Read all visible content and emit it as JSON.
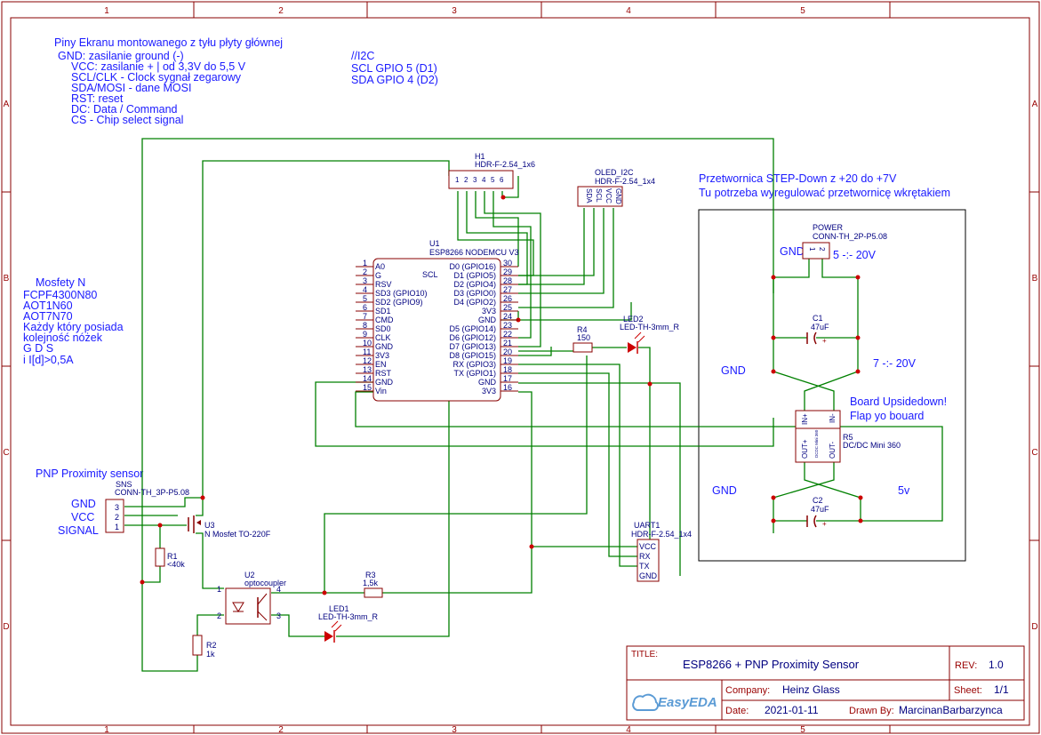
{
  "border": {
    "col_labels": [
      "1",
      "2",
      "3",
      "4",
      "5"
    ],
    "row_labels": [
      "A",
      "B",
      "C",
      "D"
    ]
  },
  "notes": {
    "screen_pins": [
      "Piny Ekranu montowanego z tyłu płyty głównej",
      "GND: zasilanie ground (-)",
      "VCC: zasilanie + | od 3,3V do 5,5 V",
      "SCL/CLK - Clock sygnał zegarowy",
      "SDA/MOSI - dane MOSI",
      "RST: reset",
      "DC: Data / Command",
      "CS - Chip select signal"
    ],
    "i2c": [
      "//I2C",
      "SCL  GPIO 5 (D1)",
      "SDA  GPIO 4 (D2)"
    ],
    "mosfets": [
      "Mosfety N",
      "FCPF4300N80",
      "AOT1N60",
      "AOT7N70",
      "Każdy który posiada",
      "kolejność nóżek",
      "G D S",
      "i I[d]>0,5A"
    ],
    "stepdown": [
      "Przetwornica STEP-Down z +20 do +7V",
      "Tu potrzeba wyregulować przetwornicę wkrętakiem"
    ],
    "upside": [
      "Board Upsidedown!",
      "Flap yo bouard"
    ],
    "v_in": "5 -:- 20V",
    "v_720": "7 -:- 20V",
    "v_5v": "5v",
    "gnd": "GND",
    "sensor_title": "PNP Proximity sensor",
    "sensor_pins": [
      "GND",
      "VCC",
      "SIGNAL"
    ]
  },
  "components": {
    "h1": {
      "ref": "H1",
      "value": "HDR-F-2.54_1x6",
      "pins": [
        "1",
        "2",
        "3",
        "4",
        "5",
        "6"
      ]
    },
    "oled": {
      "ref": "OLED_I2C",
      "value": "HDR-F-2.54_1x4",
      "pins": [
        "SDA",
        "SCL",
        "VCC",
        "GND"
      ]
    },
    "u1": {
      "ref": "U1",
      "value": "ESP8266 NODEMCU V3",
      "scl": "SCL",
      "left_nums": [
        "1",
        "2",
        "3",
        "4",
        "5",
        "6",
        "7",
        "8",
        "9",
        "10",
        "11",
        "12",
        "13",
        "14",
        "15"
      ],
      "left_names": [
        "A0",
        "G",
        "RSV",
        "SD3 (GPIO10)",
        "SD2 (GPIO9)",
        "SD1",
        "CMD",
        "SD0",
        "CLK",
        "GND",
        "3V3",
        "EN",
        "RST",
        "GND",
        "Vin"
      ],
      "right_nums": [
        "30",
        "29",
        "28",
        "27",
        "26",
        "25",
        "24",
        "23",
        "22",
        "21",
        "20",
        "19",
        "18",
        "17",
        "16"
      ],
      "right_names": [
        "D0 (GPIO16)",
        "D1 (GPIO5)",
        "D2 (GPIO4)",
        "D3 (GPIO0)",
        "D4 (GPIO2)",
        "3V3",
        "GND",
        "D5 (GPIO14)",
        "D6 (GPIO12)",
        "D7 (GPIO13)",
        "D8 (GPIO15)",
        "RX (GPIO3)",
        "TX (GPIO1)",
        "GND",
        "3V3"
      ]
    },
    "power": {
      "ref": "POWER",
      "value": "CONN-TH_2P-P5.08",
      "pins": [
        "1",
        "2"
      ]
    },
    "c1": {
      "ref": "C1",
      "value": "47uF"
    },
    "c2": {
      "ref": "C2",
      "value": "47uF"
    },
    "r4": {
      "ref": "R4",
      "value": "150"
    },
    "led2": {
      "ref": "LED2",
      "value": "LED-TH-3mm_R"
    },
    "r5": {
      "ref": "R5",
      "value": "DC/DC Mini 360",
      "in_p": "IN+",
      "in_m": "IN-",
      "out_p": "OUT+",
      "out_m": "OUT-",
      "chip": "DCDC Mini 360"
    },
    "sns": {
      "ref": "SNS",
      "value": "CONN-TH_3P-P5.08",
      "pins": [
        "3",
        "2",
        "1"
      ]
    },
    "u3": {
      "ref": "U3",
      "value": "N Mosfet TO-220F"
    },
    "r1": {
      "ref": "R1",
      "value": "<40k"
    },
    "u2": {
      "ref": "U2",
      "value": "optocoupler",
      "pins": [
        "1",
        "2",
        "3",
        "4"
      ]
    },
    "r3": {
      "ref": "R3",
      "value": "1,5k"
    },
    "led1": {
      "ref": "LED1",
      "value": "LED-TH-3mm_R"
    },
    "r2": {
      "ref": "R2",
      "value": "1k"
    },
    "uart": {
      "ref": "UART1",
      "value": "HDR-F-2.54_1x4",
      "pins": [
        "VCC",
        "RX",
        "TX",
        "GND"
      ]
    }
  },
  "title_block": {
    "title_label": "TITLE:",
    "title": "ESP8266 + PNP Proximity Sensor",
    "rev_label": "REV:",
    "rev": "1.0",
    "company_label": "Company:",
    "company": "Heinz Glass",
    "sheet_label": "Sheet:",
    "sheet": "1/1",
    "date_label": "Date:",
    "date": "2021-01-11",
    "drawn_label": "Drawn By:",
    "drawn": "MarcinanBarbarzynca",
    "logo": "EasyEDA"
  }
}
